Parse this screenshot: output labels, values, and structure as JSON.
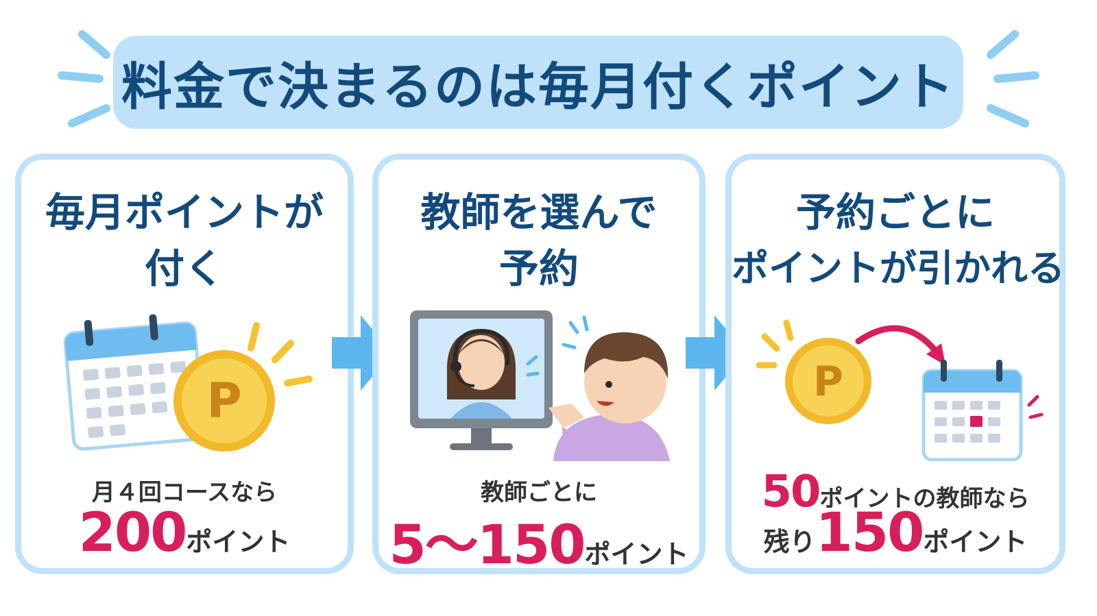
{
  "header": {
    "title": "料金で決まるのは毎月付くポイント"
  },
  "colors": {
    "accent_pink": "#d81e5b",
    "title_navy": "#124a7c",
    "light_blue": "#bfe2fa",
    "arrow_blue": "#5bb6ee",
    "coin_gold": "#f5c230"
  },
  "steps": [
    {
      "title_line1": "毎月ポイントが",
      "title_line2": "付く",
      "icon": "calendar-coin",
      "coin_letter": "P",
      "caption": "月４回コースなら",
      "value": "200",
      "unit": "ポイント"
    },
    {
      "title_line1": "教師を選んで",
      "title_line2": "予約",
      "icon": "video-call-child",
      "caption": "教師ごとに",
      "value": "5～150",
      "unit": "ポイント"
    },
    {
      "title_line1": "予約ごとに",
      "title_line2": "ポイントが引かれる",
      "icon": "coin-to-calendar",
      "coin_letter": "P",
      "caption_value": "50",
      "caption_text": "ポイントの教師なら",
      "prefix": "残り",
      "value": "150",
      "unit": "ポイント"
    }
  ]
}
